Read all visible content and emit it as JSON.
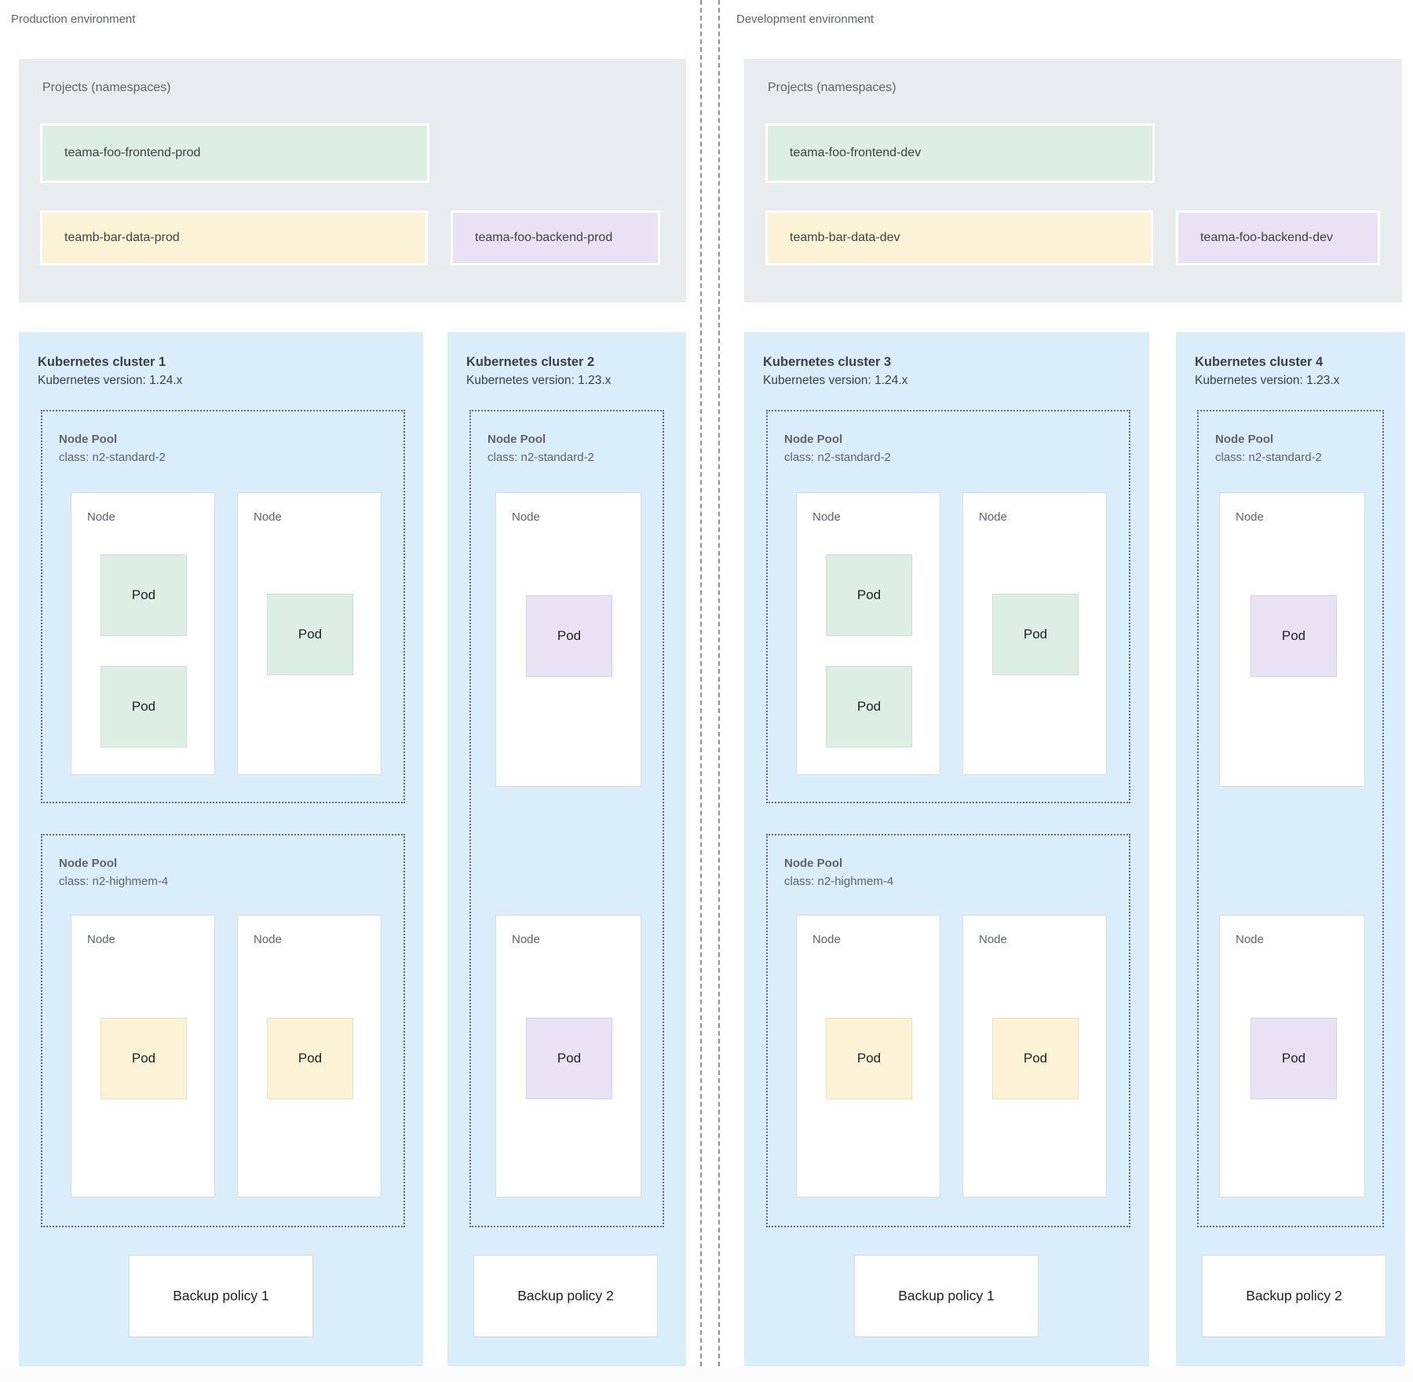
{
  "diagram": {
    "colors": {
      "cluster_background": "#d9edfa",
      "projects_background": "#e9ecef",
      "namespace_green": "#ddeee4",
      "namespace_yellow": "#fcf3d6",
      "namespace_purple": "#e9e2f4"
    },
    "environments": [
      {
        "label": "Production environment",
        "projects": {
          "title": "Projects (namespaces)",
          "namespaces": [
            {
              "name": "teama-foo-frontend-prod",
              "color": "green"
            },
            {
              "name": "teamb-bar-data-prod",
              "color": "yellow"
            },
            {
              "name": "teama-foo-backend-prod",
              "color": "purple"
            }
          ]
        },
        "clusters": [
          {
            "title": "Kubernetes cluster 1",
            "version": "Kubernetes version: 1.24.x",
            "backup_policy": "Backup policy 1",
            "node_pools": [
              {
                "label": "Node Pool",
                "machine_class": "class: n2-standard-2",
                "nodes": [
                  {
                    "label": "Node",
                    "pods": [
                      {
                        "label": "Pod",
                        "color": "green"
                      },
                      {
                        "label": "Pod",
                        "color": "green"
                      }
                    ]
                  },
                  {
                    "label": "Node",
                    "pods": [
                      {
                        "label": "Pod",
                        "color": "green"
                      }
                    ]
                  }
                ]
              },
              {
                "label": "Node Pool",
                "machine_class": "class: n2-highmem-4",
                "nodes": [
                  {
                    "label": "Node",
                    "pods": [
                      {
                        "label": "Pod",
                        "color": "yellow"
                      }
                    ]
                  },
                  {
                    "label": "Node",
                    "pods": [
                      {
                        "label": "Pod",
                        "color": "yellow"
                      }
                    ]
                  }
                ]
              }
            ]
          },
          {
            "title": "Kubernetes cluster 2",
            "version": "Kubernetes version: 1.23.x",
            "backup_policy": "Backup policy 2",
            "node_pools": [
              {
                "label": "Node Pool",
                "machine_class": "class: n2-standard-2",
                "nodes": [
                  {
                    "label": "Node",
                    "pods": [
                      {
                        "label": "Pod",
                        "color": "purple"
                      }
                    ]
                  },
                  {
                    "label": "Node",
                    "pods": [
                      {
                        "label": "Pod",
                        "color": "purple"
                      }
                    ]
                  }
                ]
              }
            ]
          }
        ]
      },
      {
        "label": "Development environment",
        "projects": {
          "title": "Projects (namespaces)",
          "namespaces": [
            {
              "name": "teama-foo-frontend-dev",
              "color": "green"
            },
            {
              "name": "teamb-bar-data-dev",
              "color": "yellow"
            },
            {
              "name": "teama-foo-backend-dev",
              "color": "purple"
            }
          ]
        },
        "clusters": [
          {
            "title": "Kubernetes cluster 3",
            "version": "Kubernetes version: 1.24.x",
            "backup_policy": "Backup policy 1",
            "node_pools": [
              {
                "label": "Node Pool",
                "machine_class": "class: n2-standard-2",
                "nodes": [
                  {
                    "label": "Node",
                    "pods": [
                      {
                        "label": "Pod",
                        "color": "green"
                      },
                      {
                        "label": "Pod",
                        "color": "green"
                      }
                    ]
                  },
                  {
                    "label": "Node",
                    "pods": [
                      {
                        "label": "Pod",
                        "color": "green"
                      }
                    ]
                  }
                ]
              },
              {
                "label": "Node Pool",
                "machine_class": "class: n2-highmem-4",
                "nodes": [
                  {
                    "label": "Node",
                    "pods": [
                      {
                        "label": "Pod",
                        "color": "yellow"
                      }
                    ]
                  },
                  {
                    "label": "Node",
                    "pods": [
                      {
                        "label": "Pod",
                        "color": "yellow"
                      }
                    ]
                  }
                ]
              }
            ]
          },
          {
            "title": "Kubernetes cluster 4",
            "version": "Kubernetes version: 1.23.x",
            "backup_policy": "Backup policy 2",
            "node_pools": [
              {
                "label": "Node Pool",
                "machine_class": "class: n2-standard-2",
                "nodes": [
                  {
                    "label": "Node",
                    "pods": [
                      {
                        "label": "Pod",
                        "color": "purple"
                      }
                    ]
                  },
                  {
                    "label": "Node",
                    "pods": [
                      {
                        "label": "Pod",
                        "color": "purple"
                      }
                    ]
                  }
                ]
              }
            ]
          }
        ]
      }
    ]
  }
}
